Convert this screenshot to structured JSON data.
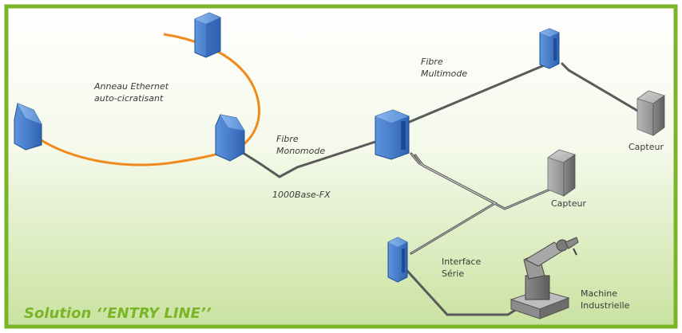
{
  "diagram": {
    "title": "Solution ‘’ENTRY LINE’’",
    "labels": {
      "ring": [
        "Anneau Ethernet",
        "auto-cicratisant"
      ],
      "fiber_mono": [
        "Fibre",
        "Monomode"
      ],
      "fiber_multi": [
        "Fibre",
        "Multimode"
      ],
      "base_fx": "1000Base-FX",
      "sensor_right": "Capteur",
      "sensor_middle": "Capteur",
      "serial_interface": [
        "Interface",
        "Série"
      ],
      "industrial_machine": [
        "Machine",
        "Industrielle"
      ]
    },
    "colors": {
      "frame_green": "#7ab528",
      "background_gradient_top": "#ffffff",
      "background_gradient_bottom": "#c9e2a0",
      "ring_orange": "#f08a1d",
      "cable_gray": "#5a5a5a",
      "device_blue": "#3f78c9",
      "sensor_gray": "#9a9a9a",
      "title_green": "#7ab528"
    },
    "icons": [
      "switch-icon",
      "sensor-icon",
      "serial-interface-icon",
      "robot-arm-icon"
    ]
  }
}
